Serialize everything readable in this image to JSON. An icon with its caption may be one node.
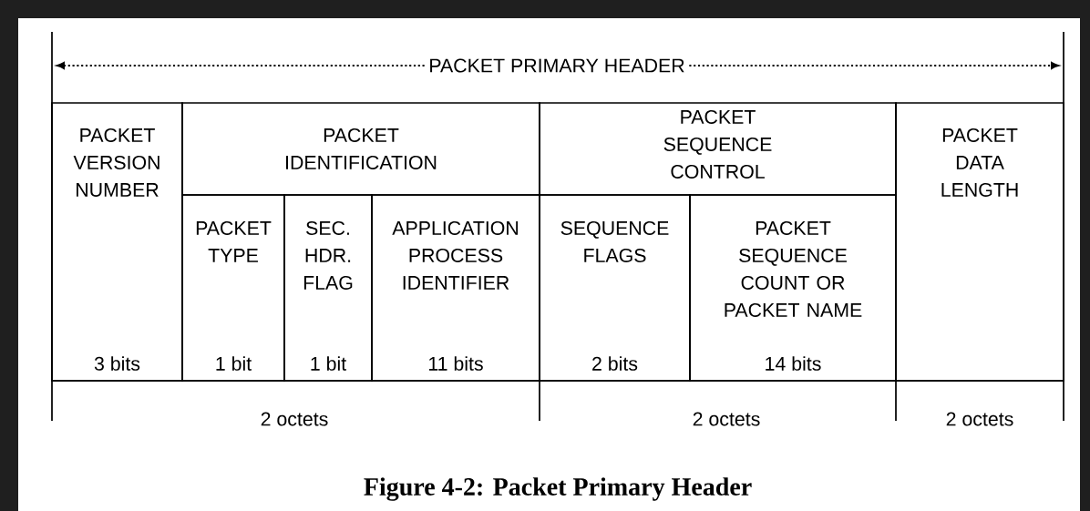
{
  "diagram": {
    "caption": "Figure 4-2:  Packet Primary Header",
    "nodes": [
      {
        "text": [
          "PACKET VERSION NUMBER",
          "3 bits"
        ]
      },
      {
        "text": [
          "PACKET IDENTIFICATION"
        ]
      },
      {
        "text": [
          "PACKET TYPE",
          "1 bit"
        ]
      },
      {
        "text": [
          "SEC. HDR. FLAG",
          "1 bit"
        ]
      },
      {
        "text": [
          "APPLICATION PROCESS IDENTIFIER",
          "11 bits"
        ]
      },
      {
        "text": [
          "PACKET SEQUENCE CONTROL"
        ]
      },
      {
        "text": [
          "SEQUENCE FLAGS",
          "2 bits"
        ]
      },
      {
        "text": [
          "PACKET SEQUENCE COUNT OR PACKET NAME",
          "14 bits"
        ]
      },
      {
        "text": [
          "PACKET DATA LENGTH"
        ]
      }
    ],
    "labels": [
      "PACKET PRIMARY HEADER",
      "2 octets",
      "2 octets",
      "2 octets"
    ]
  }
}
